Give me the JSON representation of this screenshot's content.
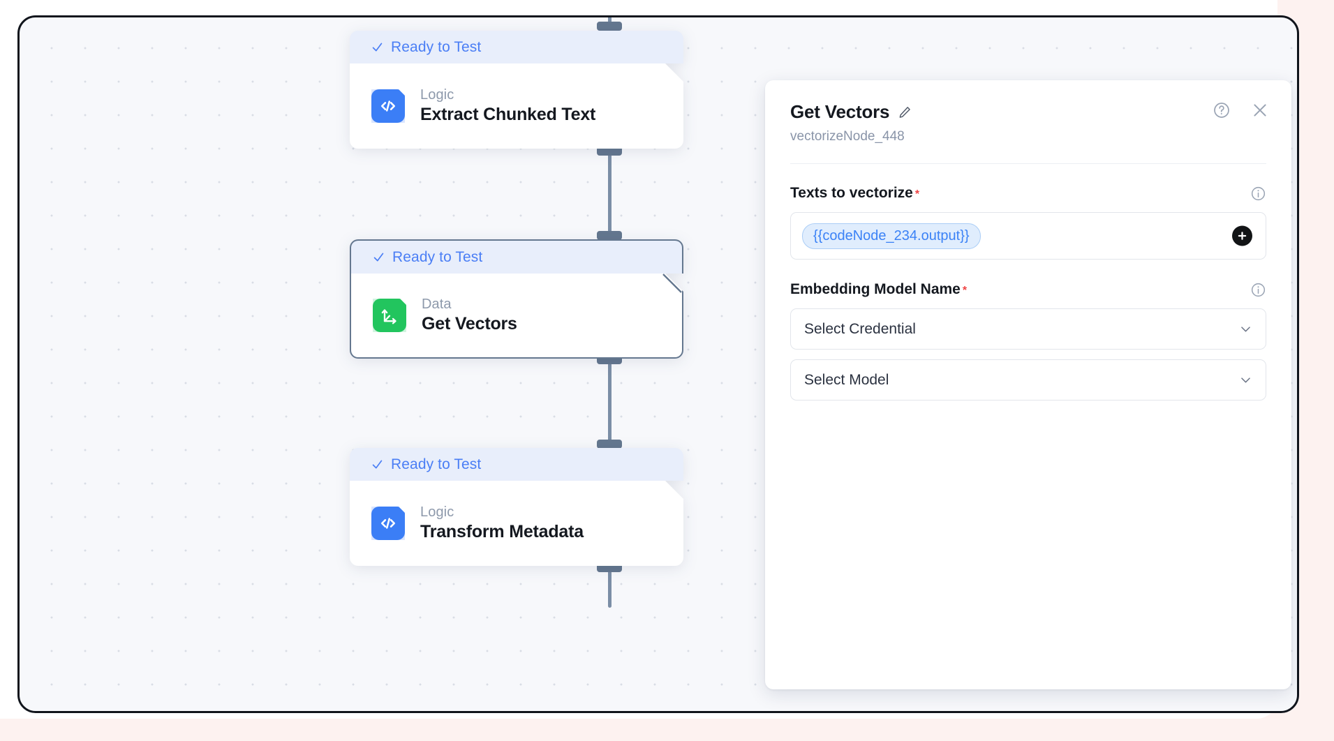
{
  "canvas": {
    "nodes": [
      {
        "status": "Ready to Test",
        "kind": "Logic",
        "title": "Extract Chunked Text",
        "icon": "code-icon",
        "selected": false
      },
      {
        "status": "Ready to Test",
        "kind": "Data",
        "title": "Get Vectors",
        "icon": "vector-axes-icon",
        "selected": true
      },
      {
        "status": "Ready to Test",
        "kind": "Logic",
        "title": "Transform Metadata",
        "icon": "code-icon",
        "selected": false
      }
    ]
  },
  "panel": {
    "title": "Get Vectors",
    "subtitle": "vectorizeNode_448",
    "edit_icon": "pencil-icon",
    "help_icon": "help-circle-icon",
    "close_icon": "close-icon",
    "fields": {
      "texts": {
        "label": "Texts to vectorize",
        "required_marker": "*",
        "info_icon": "info-icon",
        "chips": [
          "{{codeNode_234.output}}"
        ],
        "add_icon": "plus-icon"
      },
      "embedding": {
        "label": "Embedding Model Name",
        "required_marker": "*",
        "info_icon": "info-icon",
        "credential_value": "Select Credential",
        "model_value": "Select Model",
        "chevron_icon": "chevron-down-icon"
      }
    }
  },
  "colors": {
    "accent_blue": "#4a7ef5",
    "logic_icon": "#3b7ef6",
    "data_icon": "#22c55e",
    "required_red": "#ef4444",
    "connector": "#64778f",
    "status_bg": "#e8eefb"
  }
}
